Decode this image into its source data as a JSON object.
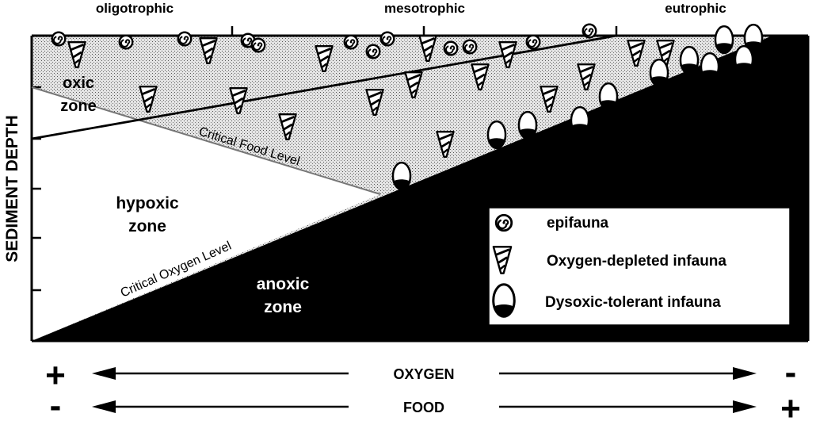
{
  "header": {
    "left": "oligotrophic",
    "center": "mesotrophic",
    "right": "eutrophic"
  },
  "axis": {
    "y_label": "SEDIMENT DEPTH"
  },
  "zones": {
    "oxic_line1": "oxic",
    "oxic_line2": "zone",
    "hypoxic_line1": "hypoxic",
    "hypoxic_line2": "zone",
    "anoxic_line1": "anoxic",
    "anoxic_line2": "zone"
  },
  "levels": {
    "food": "Critical Food Level",
    "oxygen": "Critical Oxygen Level"
  },
  "legend": {
    "items": [
      {
        "label": "epifauna",
        "icon": "epifauna-icon"
      },
      {
        "label": "Oxygen-depleted infauna",
        "icon": "oxygen-depleted-infauna-icon"
      },
      {
        "label": "Dysoxic-tolerant infauna",
        "icon": "dysoxic-tolerant-infauna-icon"
      }
    ]
  },
  "gradients": {
    "oxygen": {
      "label": "OXYGEN",
      "left_sign": "+",
      "right_sign": "-"
    },
    "food": {
      "label": "FOOD",
      "left_sign": "-",
      "right_sign": "+"
    }
  },
  "colors": {
    "ink": "#000000",
    "paper": "#ffffff",
    "stipple_bg": "#e4e4e4",
    "food_line": "#777777"
  }
}
